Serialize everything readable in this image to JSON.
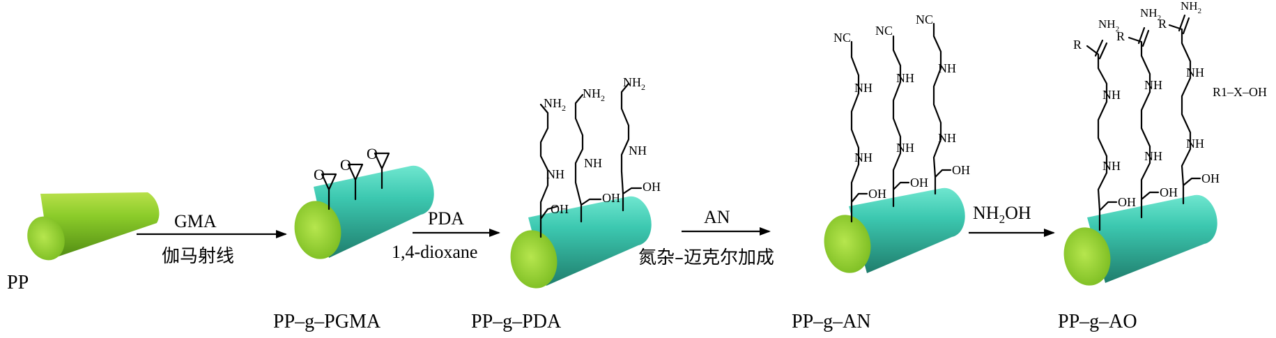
{
  "steps": [
    {
      "above": "GMA",
      "below": "伽马射线"
    },
    {
      "above": "PDA",
      "below": "1,4-dioxane"
    },
    {
      "above": "AN",
      "below": "氮杂–迈克尔加成"
    },
    {
      "above_main": "NH",
      "above_sub": "2",
      "above_rest": "OH",
      "below": ""
    }
  ],
  "products": {
    "pp": "PP",
    "pgma": "PP–g–PGMA",
    "pda": "PP–g–PDA",
    "an": "PP–g–AN",
    "ao": "PP–g–AO"
  },
  "groups": {
    "nh": "NH",
    "nh2": "NH",
    "sub2": "2",
    "oh": "OH",
    "nc": "NC",
    "r": "R",
    "side": "R1–X–OH"
  },
  "colors": {
    "pp_fiber": "#9ACD32",
    "grafted_fiber": "#3CC8B0",
    "fiber_end": "#8CD13C"
  }
}
